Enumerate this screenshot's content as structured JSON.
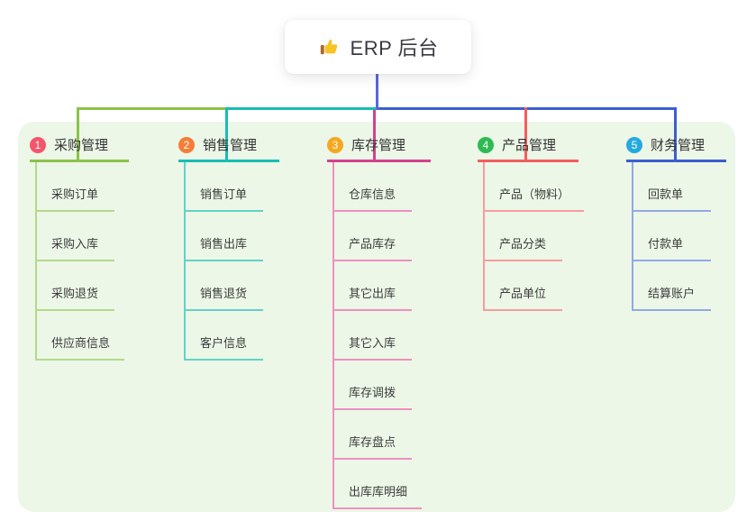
{
  "root": {
    "title": "ERP 后台",
    "icon": "thumbs-up-icon"
  },
  "branches": [
    {
      "index": "1",
      "label": "采购管理",
      "badge_color": "#f5556b",
      "line_color": "#8bc24a",
      "child_line_color": "#b3d98c",
      "children": [
        "采购订单",
        "采购入库",
        "采购退货",
        "供应商信息"
      ]
    },
    {
      "index": "2",
      "label": "销售管理",
      "badge_color": "#f57d38",
      "line_color": "#17bdb3",
      "child_line_color": "#63d2c8",
      "children": [
        "销售订单",
        "销售出库",
        "销售退货",
        "客户信息"
      ]
    },
    {
      "index": "3",
      "label": "库存管理",
      "badge_color": "#f5a81f",
      "line_color": "#d4418f",
      "child_line_color": "#ee90c1",
      "children": [
        "仓库信息",
        "产品库存",
        "其它出库",
        "其它入库",
        "库存调拨",
        "库存盘点",
        "出库库明细"
      ]
    },
    {
      "index": "4",
      "label": "产品管理",
      "badge_color": "#2eba52",
      "line_color": "#f25e5e",
      "child_line_color": "#f79c9c",
      "children": [
        "产品（物料）",
        "产品分类",
        "产品单位"
      ]
    },
    {
      "index": "5",
      "label": "财务管理",
      "badge_color": "#25a9e0",
      "line_color": "#3a5fd0",
      "child_line_color": "#92a9e4",
      "children": [
        "回款单",
        "付款单",
        "结算账户"
      ]
    }
  ],
  "colors": {
    "panel_bg": "#ecf7e7",
    "root_drop_line": "#5767e1",
    "text": "#333333"
  }
}
